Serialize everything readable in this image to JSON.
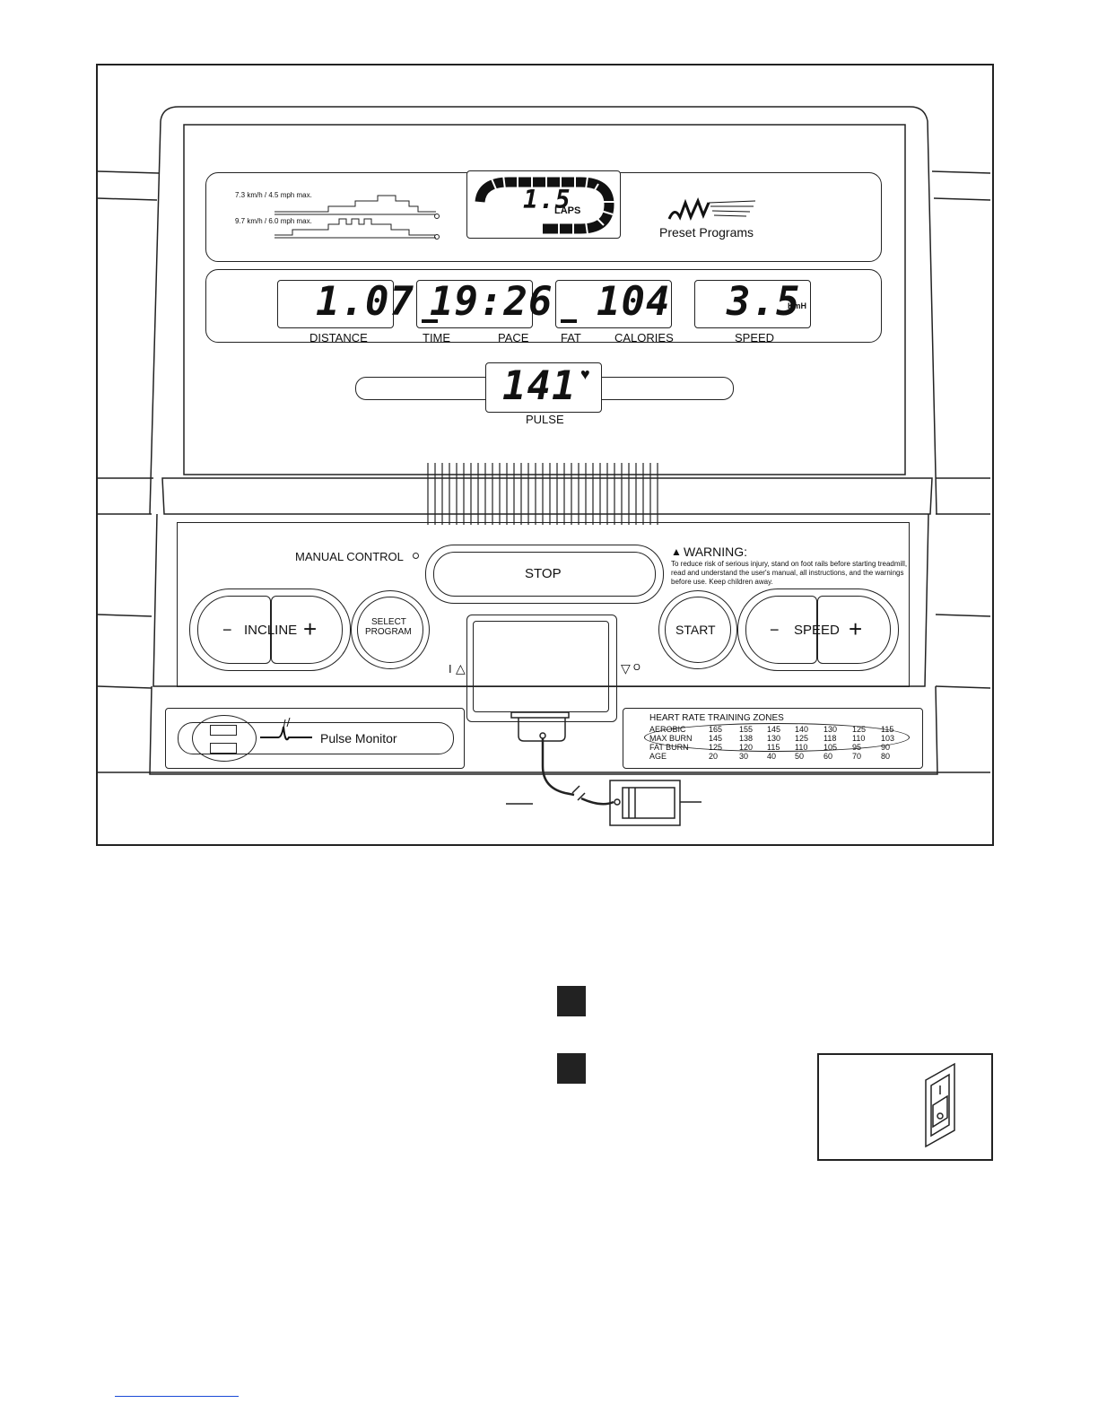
{
  "program_window": {
    "profile_1_label": "7.3 km/h / 4.5 mph max.",
    "profile_2_label": "9.7 km/h / 6.0 mph max.",
    "laps_value": "1.5",
    "laps_unit": "LAPS",
    "preset_label": "Preset Programs"
  },
  "displays": {
    "distance": {
      "value": "1.07",
      "label": "DISTANCE"
    },
    "time_pace": {
      "value": "19:26",
      "label_left": "TIME",
      "label_right": "PACE"
    },
    "fat_calories": {
      "value": "104",
      "label_left": "FAT",
      "label_right": "CALORIES"
    },
    "speed": {
      "value": "3.5",
      "unit": "KmH",
      "label": "SPEED"
    },
    "pulse": {
      "value": "141",
      "label": "PULSE"
    }
  },
  "controls": {
    "manual_control": "MANUAL CONTROL",
    "stop": "STOP",
    "warning_title": "WARNING:",
    "warning_line_1": "To reduce risk of serious injury, stand on foot rails before starting treadmill,",
    "warning_line_2": "read and understand the user's manual, all instructions, and the warnings",
    "warning_line_3": "before use.  Keep children away.",
    "incline": "INCLINE",
    "select_line_1": "SELECT",
    "select_line_2": "PROGRAM",
    "start": "START",
    "speed": "SPEED",
    "minus": "−",
    "plus": "+",
    "key_left_mark": "I",
    "key_left_symbol": "△",
    "key_right_symbol": "▽",
    "key_right_mark": "O"
  },
  "pulse_monitor": {
    "label": "Pulse Monitor"
  },
  "hr_zones": {
    "title": "HEART RATE TRAINING ZONES",
    "rows": [
      {
        "name": "AEROBIC",
        "values": [
          "165",
          "155",
          "145",
          "140",
          "130",
          "125",
          "115"
        ]
      },
      {
        "name": "MAX BURN",
        "values": [
          "145",
          "138",
          "130",
          "125",
          "118",
          "110",
          "103"
        ]
      },
      {
        "name": "FAT BURN",
        "values": [
          "125",
          "120",
          "115",
          "110",
          "105",
          "95",
          "90"
        ]
      },
      {
        "name": "AGE",
        "values": [
          "20",
          "30",
          "40",
          "50",
          "60",
          "70",
          "80"
        ]
      }
    ]
  },
  "steps": {
    "step_1": "",
    "step_2": ""
  }
}
